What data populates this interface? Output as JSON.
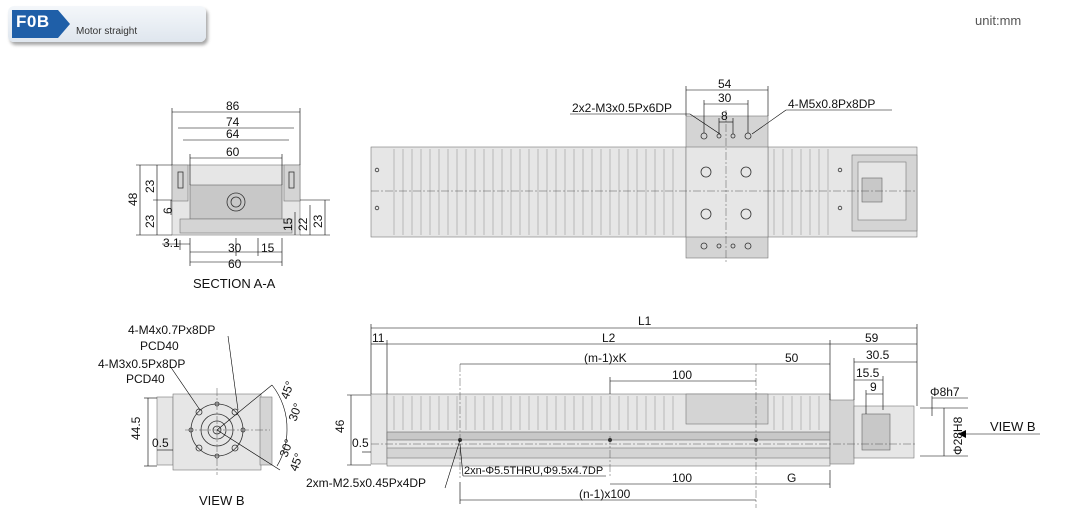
{
  "header": {
    "code": "F0B",
    "subtitle": "Motor straight",
    "unit": "unit:mm"
  },
  "section_aa": {
    "dims": [
      "86",
      "74",
      "64",
      "60",
      "48",
      "23",
      "23",
      "6",
      "3.1",
      "30",
      "60",
      "15",
      "15",
      "22",
      "23"
    ],
    "caption": "SECTION A-A"
  },
  "top_view": {
    "dims": [
      "54",
      "30",
      "8"
    ],
    "callouts": [
      "2x2-M3x0.5Px6DP",
      "4-M5x0.8Px8DP"
    ]
  },
  "view_b": {
    "callouts": [
      "4-M4x0.7Px8DP",
      "PCD40",
      "4-M3x0.5Px8DP",
      "PCD40"
    ],
    "dims": [
      "44.5",
      "0.5",
      "45°",
      "30°",
      "30°",
      "45°"
    ],
    "caption": "VIEW B"
  },
  "side_view": {
    "dims": [
      "L1",
      "11",
      "L2",
      "59",
      "(m-1)xK",
      "50",
      "30.5",
      "15.5",
      "100",
      "9",
      "46",
      "0.5",
      "100",
      "G",
      "(n-1)x100"
    ],
    "callouts": [
      "Φ8h7",
      "Φ28H8",
      "2xm-M2.5x0.45Px4DP",
      "2xn-Φ5.5THRU,Φ9.5x4.7DP"
    ],
    "view_label": "VIEW B"
  },
  "colors": {
    "tab_blue": "#1f5fa8",
    "drawing_gray": "#e6e6e6"
  }
}
